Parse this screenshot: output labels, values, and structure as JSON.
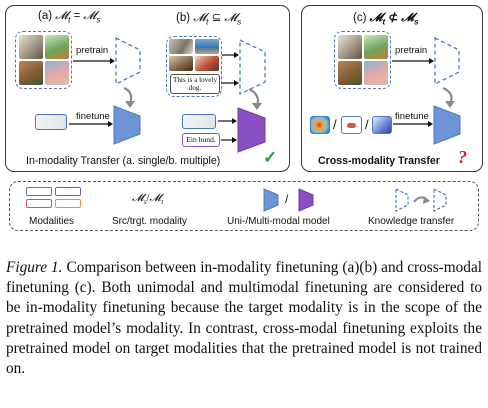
{
  "panel_in_modality": {
    "sub_a_title": "(a) 𝓜_t = 𝓜_s",
    "sub_b_title": "(b) 𝓜_t ⊆ 𝓜_s",
    "pretrain_label_a": "pretrain",
    "finetune_label_a": "finetune",
    "text_card": "This is a lovely dog.",
    "text_card_2": "Ein hund.",
    "footer": "In-modality Transfer (a. single/b. multiple)",
    "check_mark": "✓"
  },
  "panel_cross_modality": {
    "title": "(c) 𝓜_t ⊄ 𝓜_s",
    "pretrain_label": "pretrain",
    "finetune_label": "finetune",
    "slash1": "/",
    "slash2": "/",
    "footer": "Cross-modality Transfer",
    "question_mark": "?"
  },
  "legend": {
    "modalities": "Modalities",
    "src_trgt_symbol": "𝓜_s/𝓜_t",
    "src_trgt": "Src/trgt. modality",
    "model_slash": "/",
    "uni_multi": "Uni-/Multi-modal model",
    "knowledge": "Knowledge transfer"
  },
  "caption": {
    "figure_label": "Figure 1.",
    "text": "Comparison between in-modality finetuning (a)(b) and cross-modal finetuning (c). Both unimodal and multimodal finetuning are considered to be in-modality finetuning because the target modality is in the scope of the pretrained model’s modality. In contrast, cross-modal finetuning exploits the pretrained model on target modalities that the pretrained model is not trained on."
  },
  "colors": {
    "uni_model": "#6e93d6",
    "multi_model": "#8b4fc4",
    "dashed_blue": "#4b78c4",
    "check_green": "#2e9a3a",
    "question_red": "#d0201b",
    "arrow_gray": "#8a8a8a"
  }
}
